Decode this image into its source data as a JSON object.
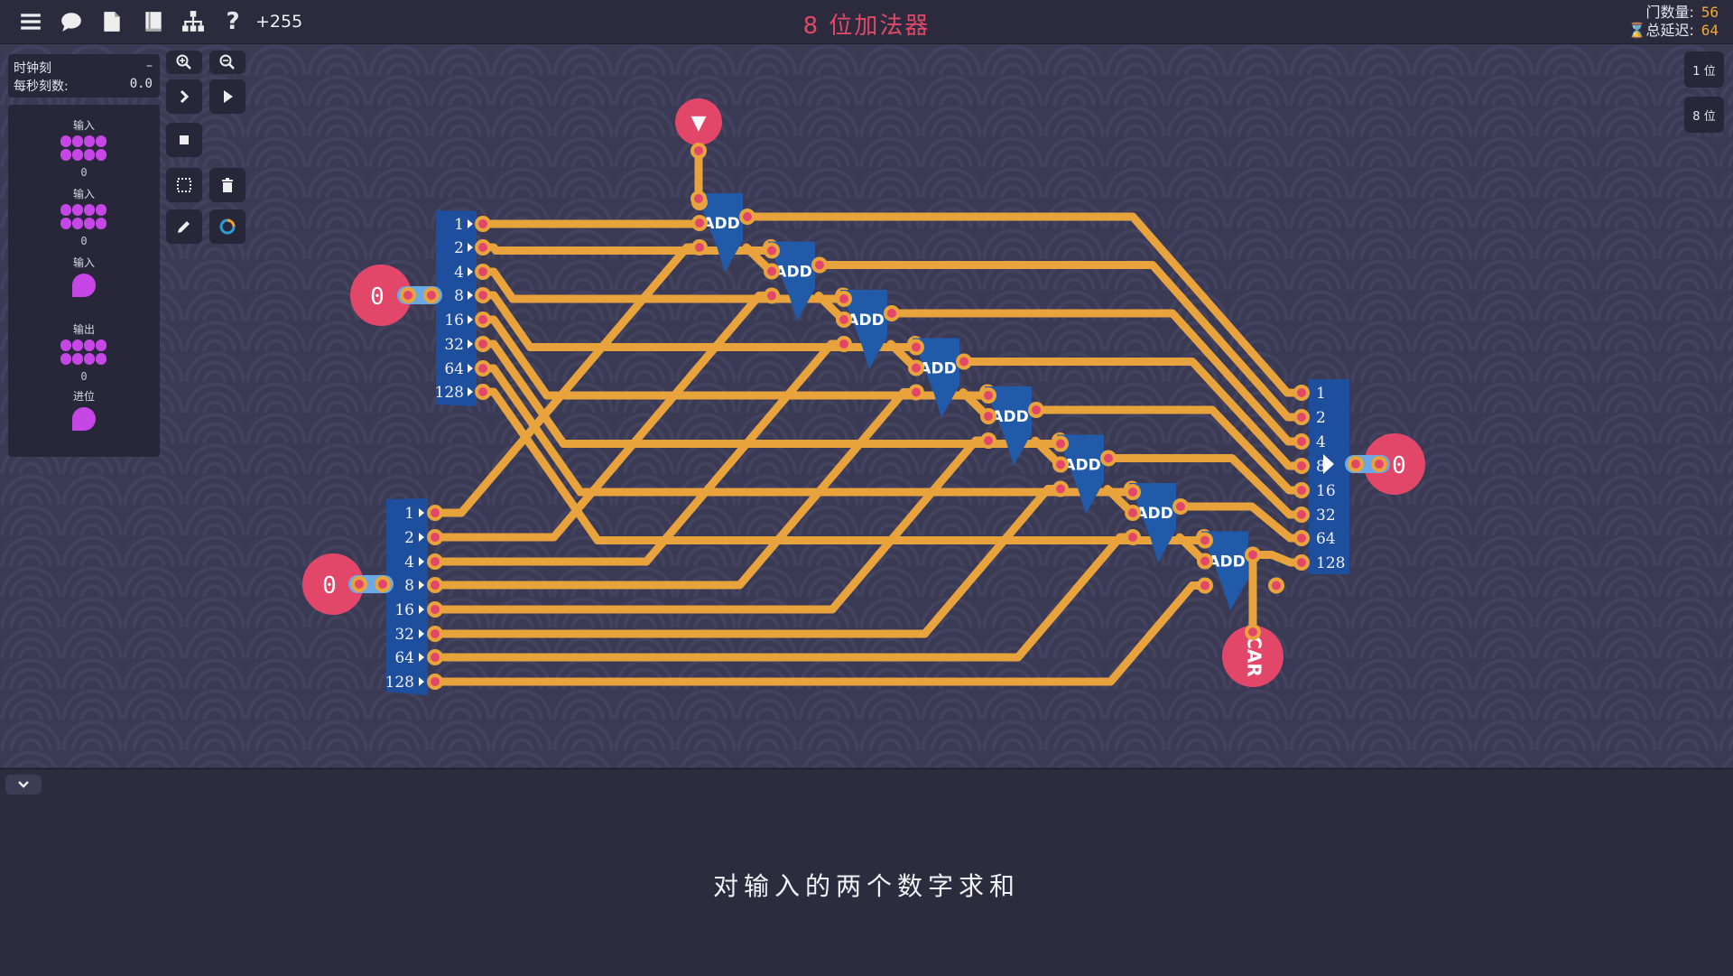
{
  "toolbar": {
    "icons": [
      "menu-icon",
      "chat-icon",
      "document-icon",
      "book-icon",
      "hierarchy-icon",
      "help-icon"
    ],
    "score": "+255"
  },
  "level": {
    "title": "8 位加法器"
  },
  "stats": {
    "gates_label": "门数量:",
    "gates_value": "56",
    "delay_label": "总延迟:",
    "delay_value": "64",
    "delay_icon": "hourglass-icon"
  },
  "clock": {
    "label": "时钟刻",
    "value": "–",
    "rate_label": "每秒刻数:",
    "rate_value": "0.0"
  },
  "palette": {
    "items": [
      {
        "label": "输入",
        "count": "0",
        "kind": "byte"
      },
      {
        "label": "输入",
        "count": "0",
        "kind": "byte"
      },
      {
        "label": "输入",
        "kind": "bit"
      },
      {
        "label": "输出",
        "count": "0",
        "kind": "byte"
      },
      {
        "label": "进位",
        "kind": "bit"
      }
    ],
    "color": "#c646e6"
  },
  "bit_buttons": [
    "1 位",
    "8 位"
  ],
  "circuit": {
    "input_a_value": "0",
    "input_b_value": "0",
    "output_value": "0",
    "carry_in_symbol": "▼",
    "carry_out_label": "CAR",
    "adder_label": "ADD",
    "bits": [
      "1",
      "2",
      "4",
      "8",
      "16",
      "32",
      "64",
      "128"
    ],
    "colors": {
      "wire": "#e8a33d",
      "pin": "#e2476a",
      "splitter": "#1d4f9e",
      "adder": "#215aa8",
      "node": "#e2476a"
    }
  },
  "description": "对输入的两个数字求和"
}
